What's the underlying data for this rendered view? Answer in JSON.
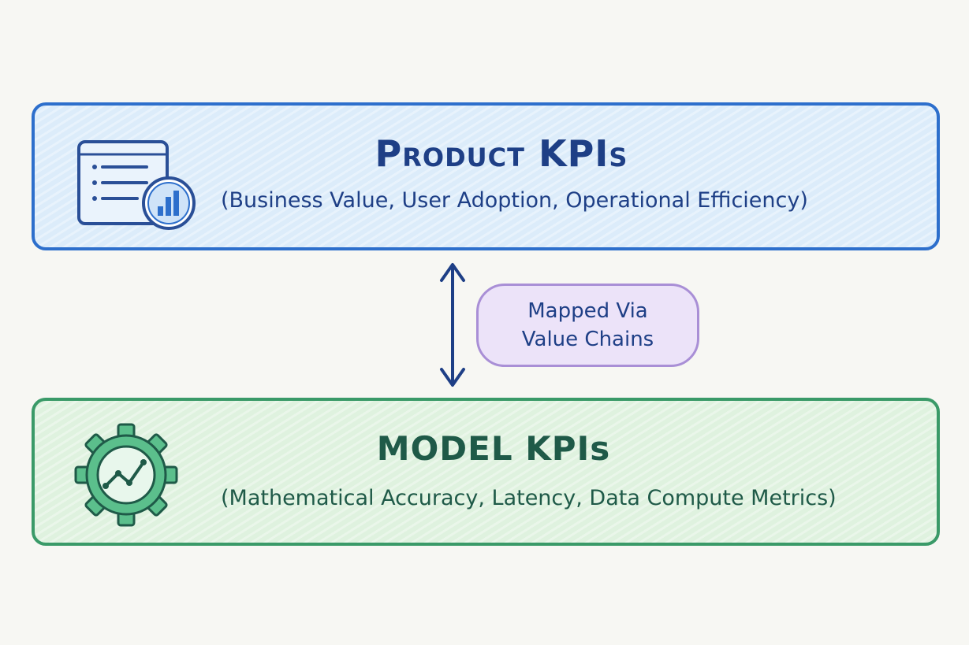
{
  "product": {
    "title": "Product KPIs",
    "subtitle": "(Business Value, User Adoption, Operational Efficiency)",
    "icon": "dashboard-report-icon",
    "border_color": "#2d6fcc",
    "fill_color": "#dcecfa"
  },
  "connector": {
    "label_line1": "Mapped Via",
    "label_line2": "Value Chains",
    "icon": "double-arrow-icon",
    "pill_color": "#ece3f9"
  },
  "model": {
    "title": "MODEL KPIs",
    "subtitle": "(Mathematical Accuracy, Latency, Data Compute Metrics)",
    "icon": "gear-chart-icon",
    "border_color": "#3a9a68",
    "fill_color": "#dff2df"
  }
}
